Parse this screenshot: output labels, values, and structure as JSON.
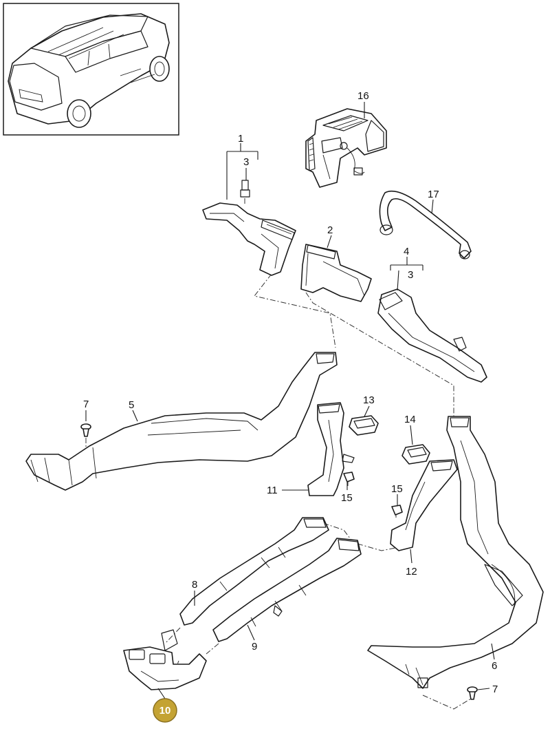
{
  "labels": {
    "p1": "1",
    "p2": "2",
    "p3a": "3",
    "p3b": "3",
    "p4": "4",
    "p5": "5",
    "p6": "6",
    "p7a": "7",
    "p7b": "7",
    "p8": "8",
    "p9": "9",
    "p10": "10",
    "p11": "11",
    "p12": "12",
    "p13": "13",
    "p14": "14",
    "p15a": "15",
    "p15b": "15",
    "p16": "16",
    "p17": "17"
  },
  "colors": {
    "highlight_fill": "#c4a334",
    "highlight_stroke": "#8a7020",
    "line": "#1a1a1a"
  }
}
